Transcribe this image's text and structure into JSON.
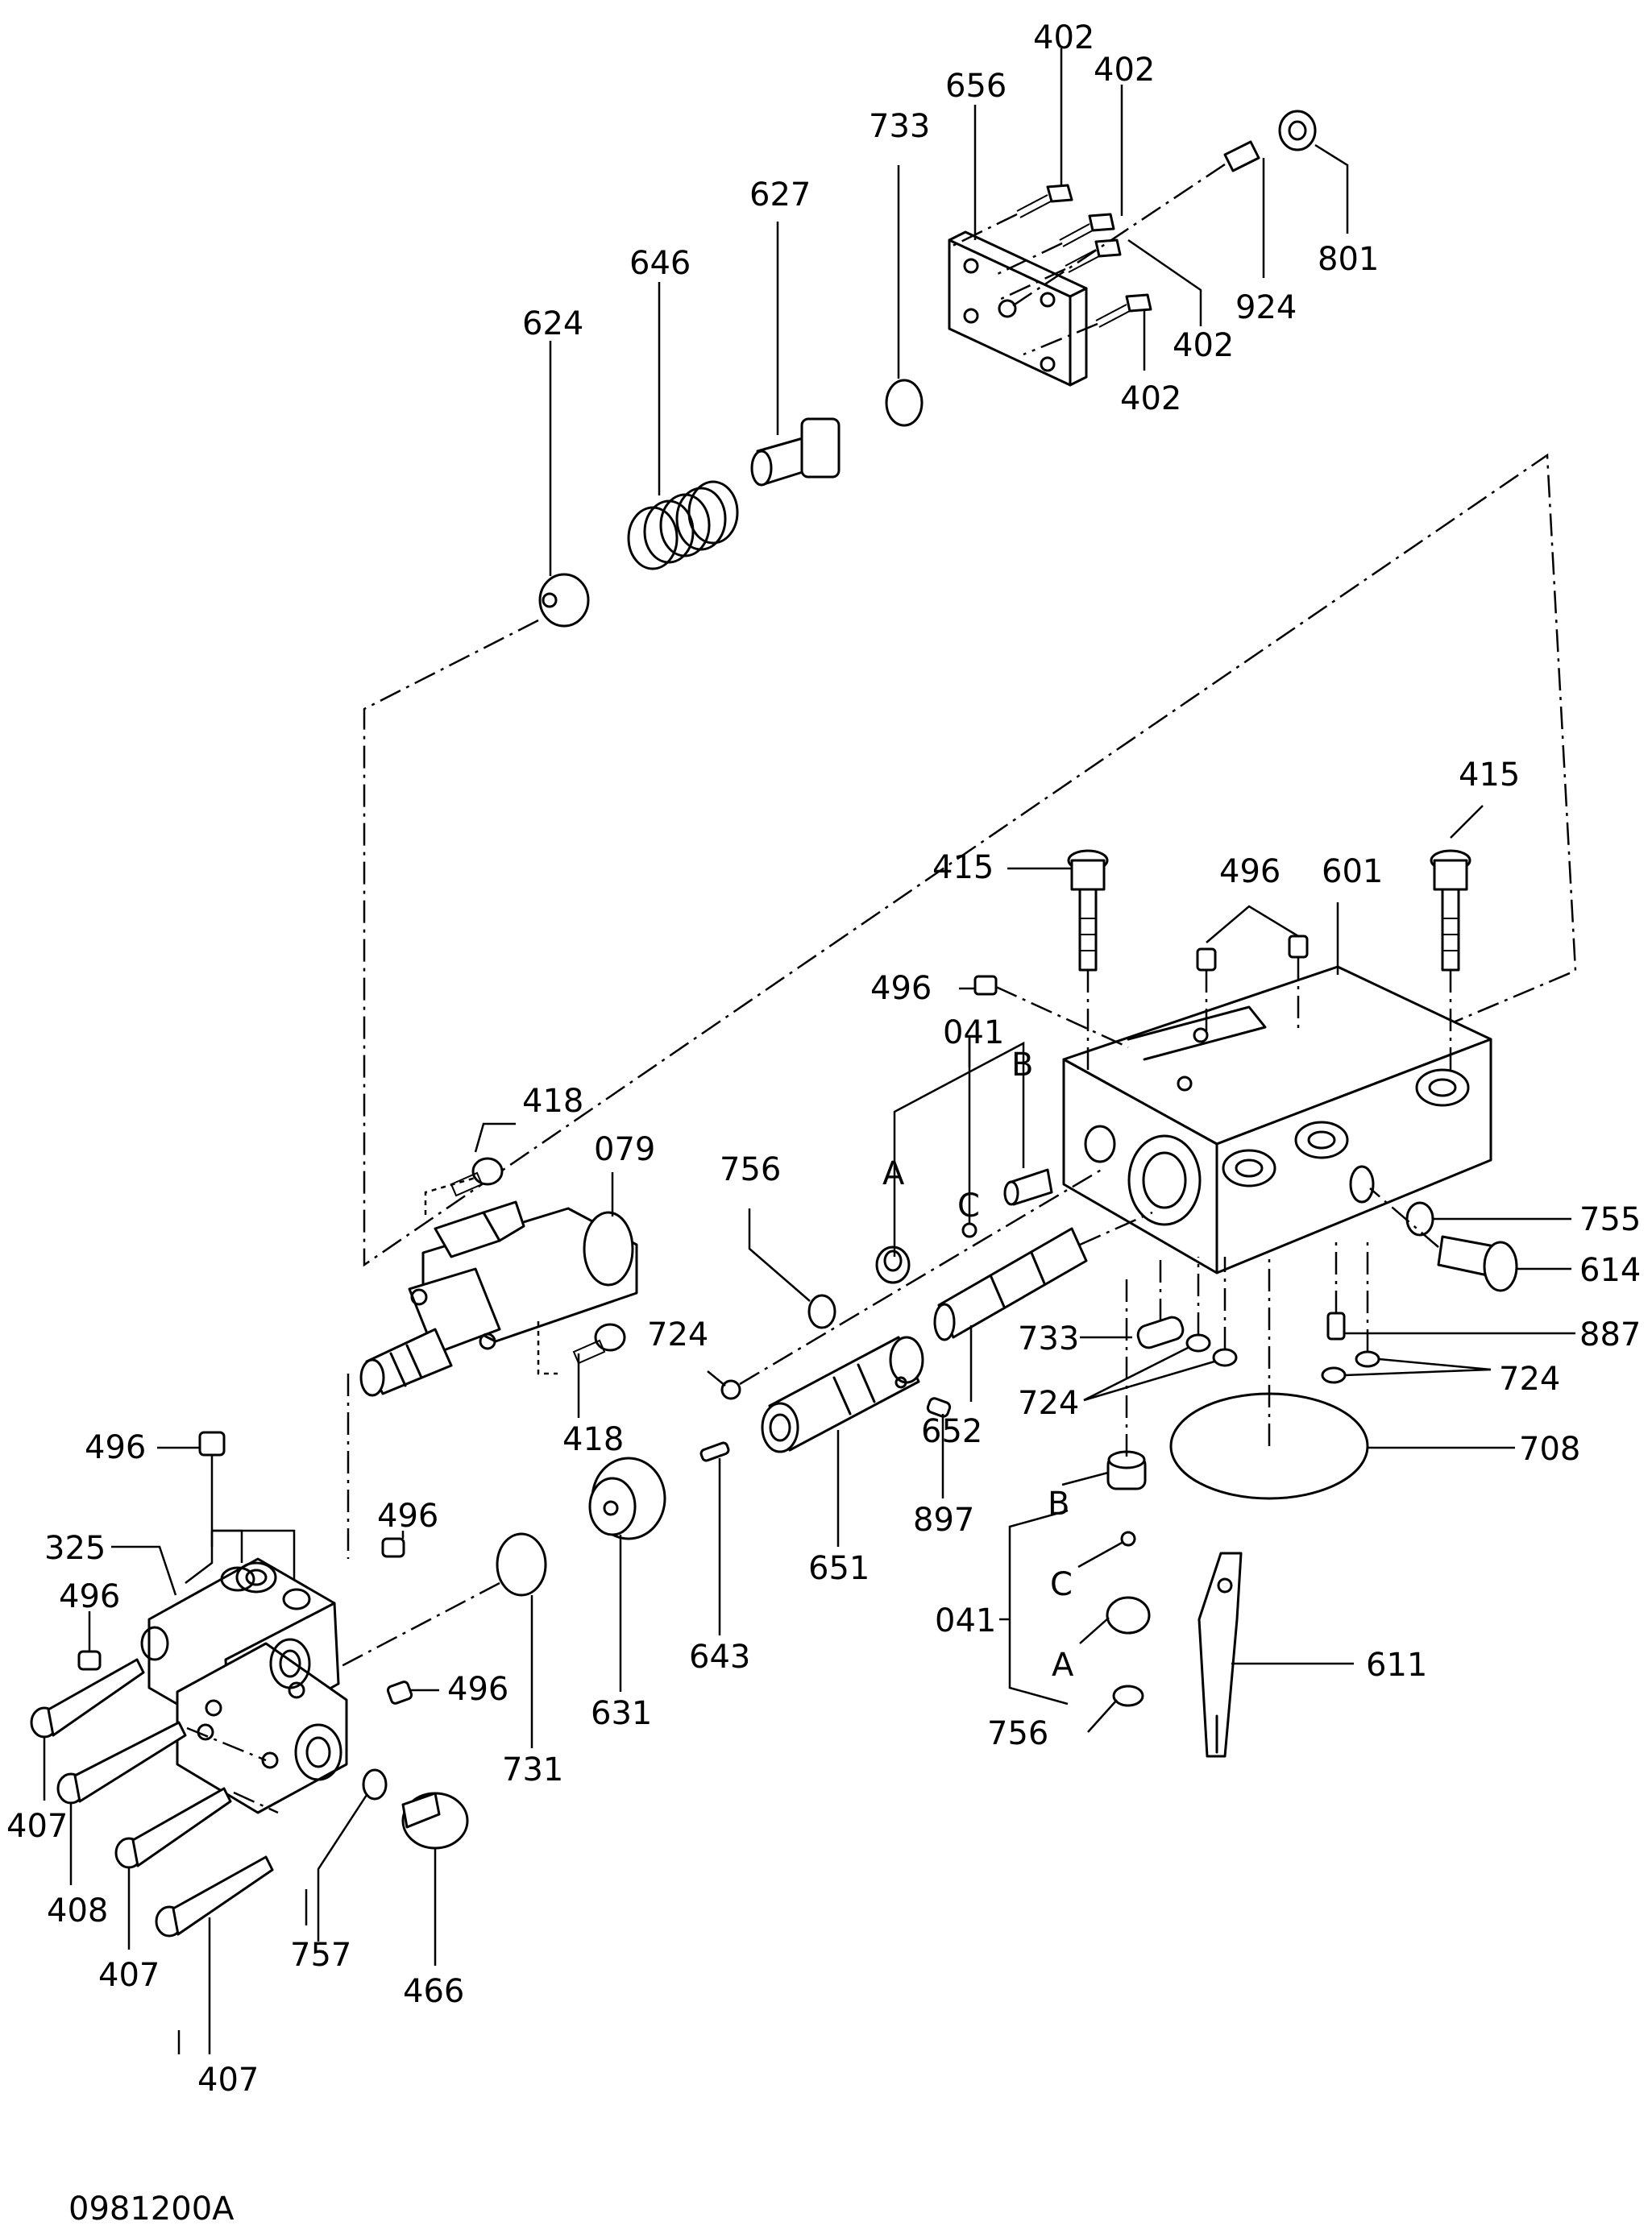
{
  "drawing_id": "0981200A",
  "part_labels": {
    "p402a": "402",
    "p402b": "402",
    "p402c": "402",
    "p402d": "402",
    "p656": "656",
    "p733_top": "733",
    "p801": "801",
    "p924": "924",
    "p627": "627",
    "p646": "646",
    "p624": "624",
    "p415a": "415",
    "p415b": "415",
    "p496_top": "496",
    "p601": "601",
    "p496_mid": "496",
    "p041_mid": "041",
    "ref_A_mid": "A",
    "ref_B_mid": "B",
    "ref_C_mid": "C",
    "p418_top": "418",
    "p079": "079",
    "p756_mid": "756",
    "p755": "755",
    "p614": "614",
    "p887": "887",
    "p724_right": "724",
    "p733_mid": "733",
    "p724_mid": "724",
    "p724_left": "724",
    "p652": "652",
    "p708": "708",
    "p418_bot": "418",
    "p897": "897",
    "p496_a": "496",
    "p325": "325",
    "p496_b": "496",
    "p496_c": "496",
    "p496_d": "496",
    "p651": "651",
    "p643": "643",
    "p631": "631",
    "p731": "731",
    "ref_B_low": "B",
    "ref_C_low": "C",
    "ref_A_low": "A",
    "p041_low": "041",
    "p611": "611",
    "p756_low": "756",
    "p407a": "407",
    "p408": "408",
    "p407b": "407",
    "p407c": "407",
    "p757": "757",
    "p466": "466"
  }
}
